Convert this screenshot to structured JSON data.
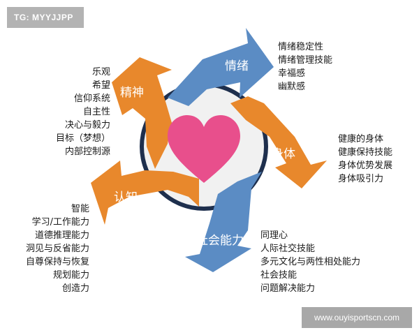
{
  "watermark_tag": "TG: MYYJJPP",
  "watermark_site": "www.ouyisportscn.com",
  "colors": {
    "blue": "#5b8cc4",
    "orange": "#e8882c",
    "center_bg": "#f1f1f1",
    "ring": "#1e2f4d",
    "heart": "#e84f8c"
  },
  "icons": {
    "center": "heart-icon"
  },
  "segments": {
    "emotion": {
      "label": "情绪",
      "items": [
        "情绪稳定性",
        "情绪管理技能",
        "幸福感",
        "幽默感"
      ]
    },
    "body": {
      "label": "身体",
      "items": [
        "健康的身体",
        "健康保持技能",
        "身体优势发展",
        "身体吸引力"
      ]
    },
    "social": {
      "label": "社会能力",
      "items": [
        "同理心",
        "人际社交技能",
        "多元文化与两性相处能力",
        "社会技能",
        "问题解决能力"
      ]
    },
    "cognition": {
      "label": "认知",
      "items": [
        "智能",
        "学习/工作能力",
        "道德推理能力",
        "洞见与反省能力",
        "自尊保持与恢复",
        "规划能力",
        "创造力"
      ]
    },
    "spirit": {
      "label": "精神",
      "items": [
        "乐观",
        "希望",
        "信仰系统",
        "自主性",
        "决心与毅力",
        "目标（梦想）",
        "内部控制源"
      ]
    }
  }
}
